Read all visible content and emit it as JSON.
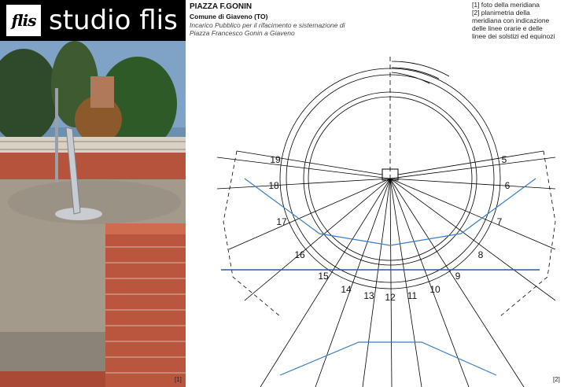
{
  "brand": {
    "mark": "flis",
    "name": "studio flis"
  },
  "header": {
    "title": "PIAZZA F.GONIN",
    "subtitle": "Comune di Giaveno (TO)",
    "description": [
      "Incarico Pubblico per il rifacimento e sistemazione di",
      "Piazza Francesco Gonin a Giaveno"
    ]
  },
  "legend": [
    "[1] foto della meridiana",
    "[2] planimetria della",
    "meridiana con indicazione",
    "delle linee orarie e delle",
    "linee dei solstizi ed equinozi"
  ],
  "labels": {
    "photo": "[1]",
    "plan": "[2]"
  },
  "hours": [
    "19",
    "18",
    "17",
    "16",
    "15",
    "14",
    "13",
    "12",
    "11",
    "10",
    "9",
    "8",
    "7",
    "6",
    "5"
  ],
  "colors": {
    "equinox_line": "#1f5fa8",
    "solstice_line": "#3a7fc4",
    "lines": "#000000"
  }
}
